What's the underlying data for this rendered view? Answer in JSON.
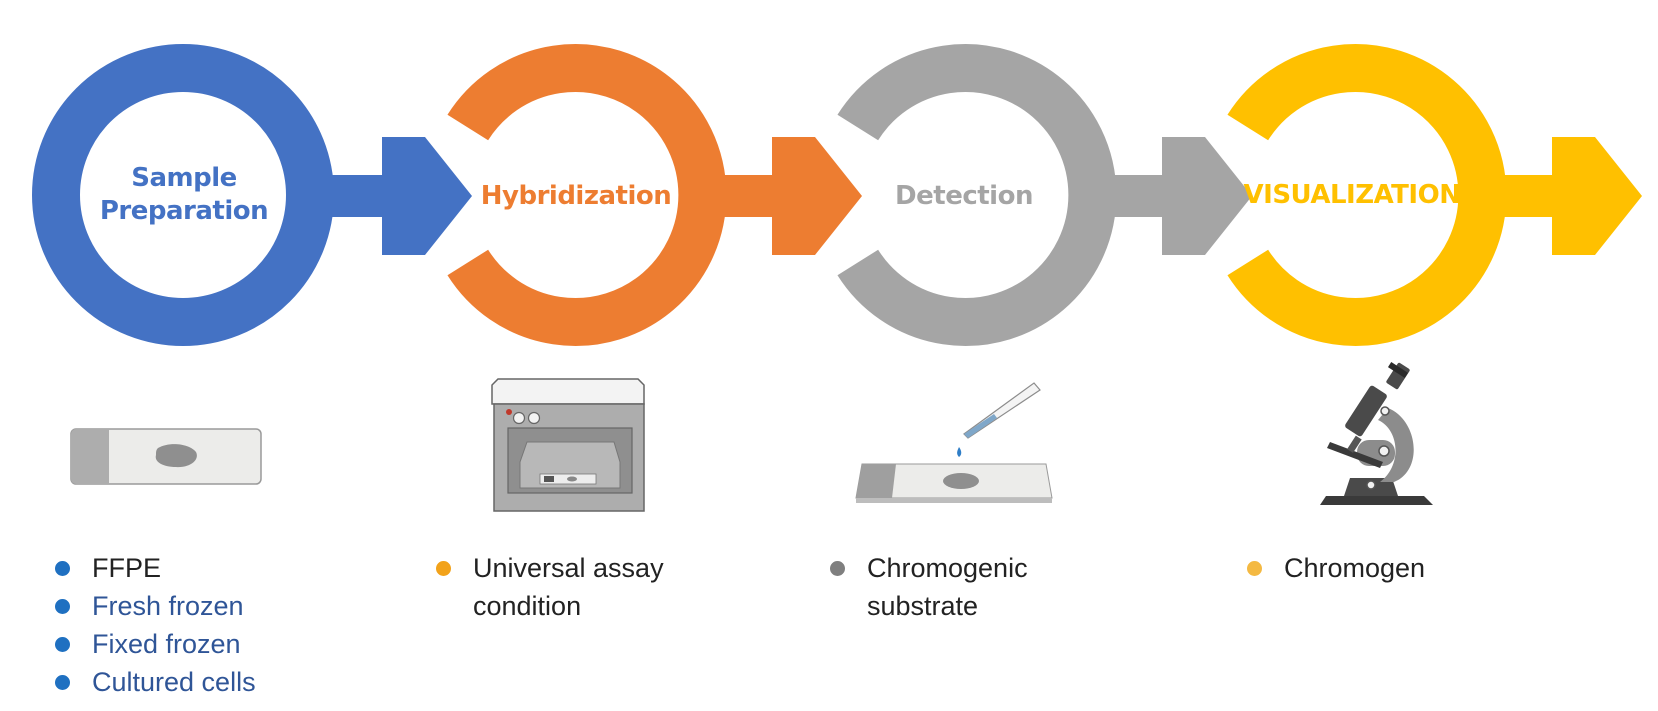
{
  "colors": {
    "blue": "#4472C4",
    "orange": "#ED7D31",
    "gray": "#A5A5A5",
    "yellow": "#FFC000",
    "text_dark": "#222222",
    "text_blue": "#2F5597",
    "dot_blue": "#1F70C1",
    "dot_orange": "#F2A21A",
    "dot_gray": "#7F7F7F",
    "dot_yellow": "#F4B942"
  },
  "steps": [
    {
      "title_line1": "Sample",
      "title_line2": "Preparation",
      "icon": "glass-slide-icon",
      "bullets": [
        {
          "text": "FFPE"
        },
        {
          "text": "Fresh frozen"
        },
        {
          "text": "Fixed frozen"
        },
        {
          "text": "Cultured cells"
        }
      ]
    },
    {
      "title": "Hybridization",
      "icon": "hybridization-oven-icon",
      "bullet_line1": "Universal assay",
      "bullet_line2": "condition"
    },
    {
      "title": "Detection",
      "icon": "pipette-on-slide-icon",
      "bullet_line1": "Chromogenic",
      "bullet_line2": "substrate"
    },
    {
      "title": "VISUALIZATION",
      "icon": "microscope-icon",
      "bullet_line1": "Chromogen"
    }
  ]
}
